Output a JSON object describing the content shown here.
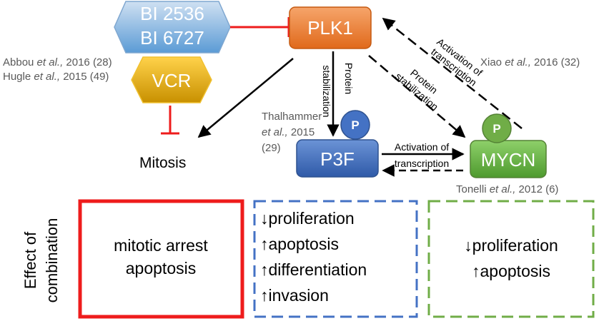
{
  "nodes": {
    "inhibitor_line1": "BI 2536",
    "inhibitor_line2": "BI 6727",
    "vcr": "VCR",
    "plk1": "PLK1",
    "p3f": "P3F",
    "mycn": "MYCN",
    "mitosis": "Mitosis",
    "phospho_label": "P"
  },
  "references": {
    "abbou_prefix": "Abbou ",
    "abbou_etal": "et al.,",
    "abbou_suffix": " 2016 (28)",
    "hugle_prefix": "Hugle ",
    "hugle_etal": "et al.,",
    "hugle_suffix": " 2015 (49)",
    "xiao_prefix": "Xiao ",
    "xiao_etal": "et al.,",
    "xiao_suffix": " 2016 (32)",
    "thal_line1": "Thalhammer",
    "thal_etal": "et al.,",
    "thal_year": " 2015",
    "thal_line3": "(29)",
    "tonelli_prefix": "Tonelli ",
    "tonelli_etal": "et al.,",
    "tonelli_suffix": " 2012 (6)"
  },
  "edge_labels": {
    "plk1_p3f_line1": "Protein",
    "plk1_p3f_line2": "stabilization",
    "plk1_mycn_line1": "Protein",
    "plk1_mycn_line2": "stabilization",
    "mycn_plk1_line1": "Activation of",
    "mycn_plk1_line2": "transcription",
    "p3f_mycn_line1": "Activation of",
    "p3f_mycn_line2": "transcription"
  },
  "effects": {
    "side_label_line1": "Effect of",
    "side_label_line2": "combination",
    "red_box": [
      "mitotic arrest",
      "apoptosis"
    ],
    "blue_box": [
      "↓proliferation",
      "↑apoptosis",
      "↑differentiation",
      "↑invasion"
    ],
    "green_box": [
      "↓proliferation",
      "↑apoptosis"
    ]
  },
  "colors": {
    "red": "#ee1c1c",
    "blue": "#4472c4",
    "green": "#70ad47",
    "orange": "#ed7d31",
    "gold": "#e0a800",
    "lightblue": "#9dc3e6"
  }
}
